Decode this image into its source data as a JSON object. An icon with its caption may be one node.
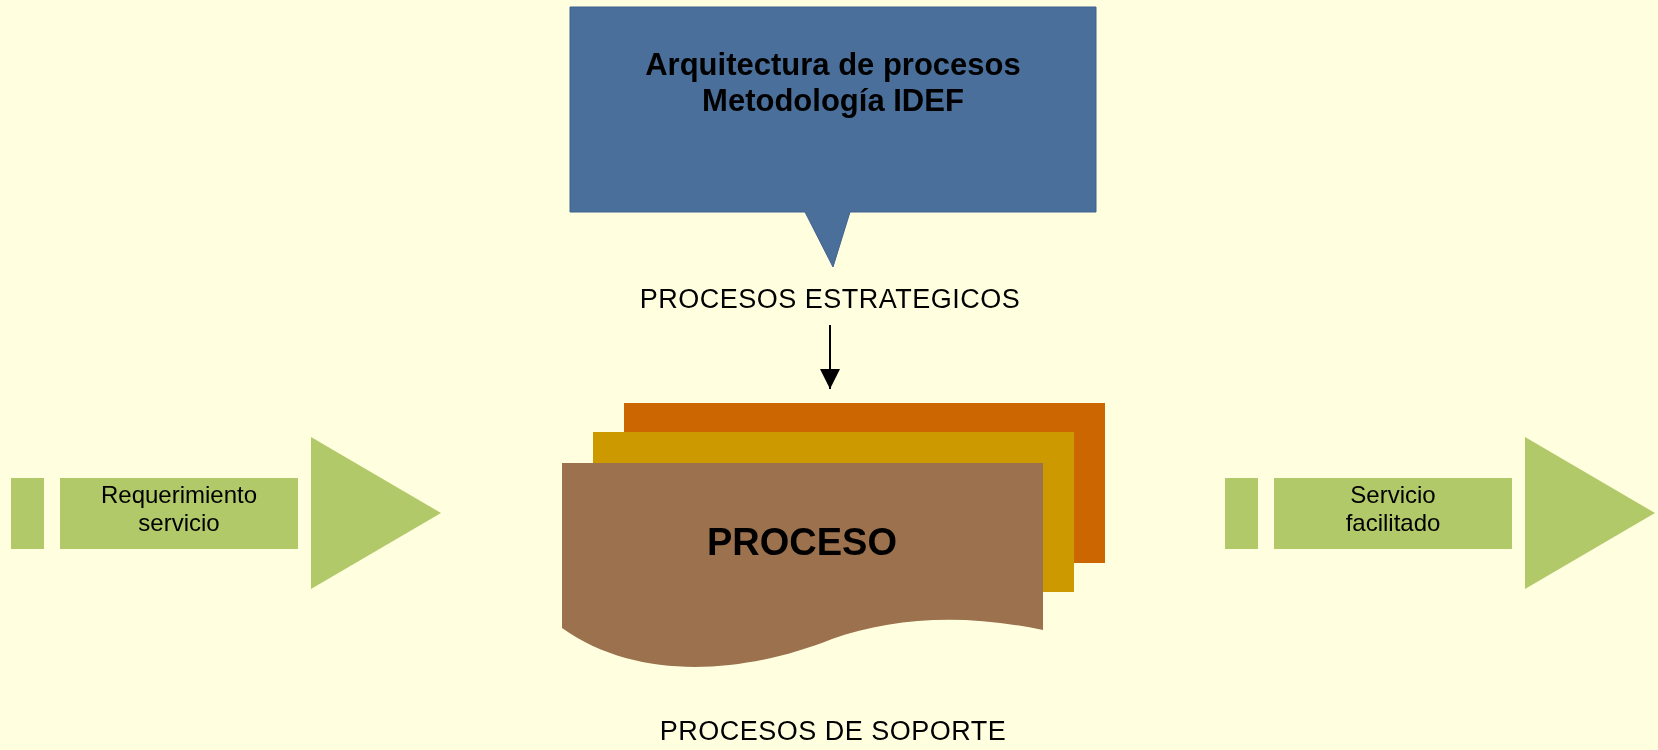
{
  "diagram": {
    "nodes": [
      {
        "text": [
          "Arquitectura de procesos",
          "Metodología IDEF"
        ]
      },
      {
        "text": [
          "PROCESOS ESTRATEGICOS"
        ]
      },
      {
        "text": [
          "PROCESO"
        ]
      },
      {
        "text": [
          "Requerimiento servicio"
        ]
      },
      {
        "text": [
          "Servicio facilitado"
        ]
      }
    ],
    "edges": [
      {
        "from": 1,
        "to": 2,
        "arrow": "to"
      }
    ],
    "labels": [
      "PROCESOS DE SOPORTE"
    ]
  }
}
